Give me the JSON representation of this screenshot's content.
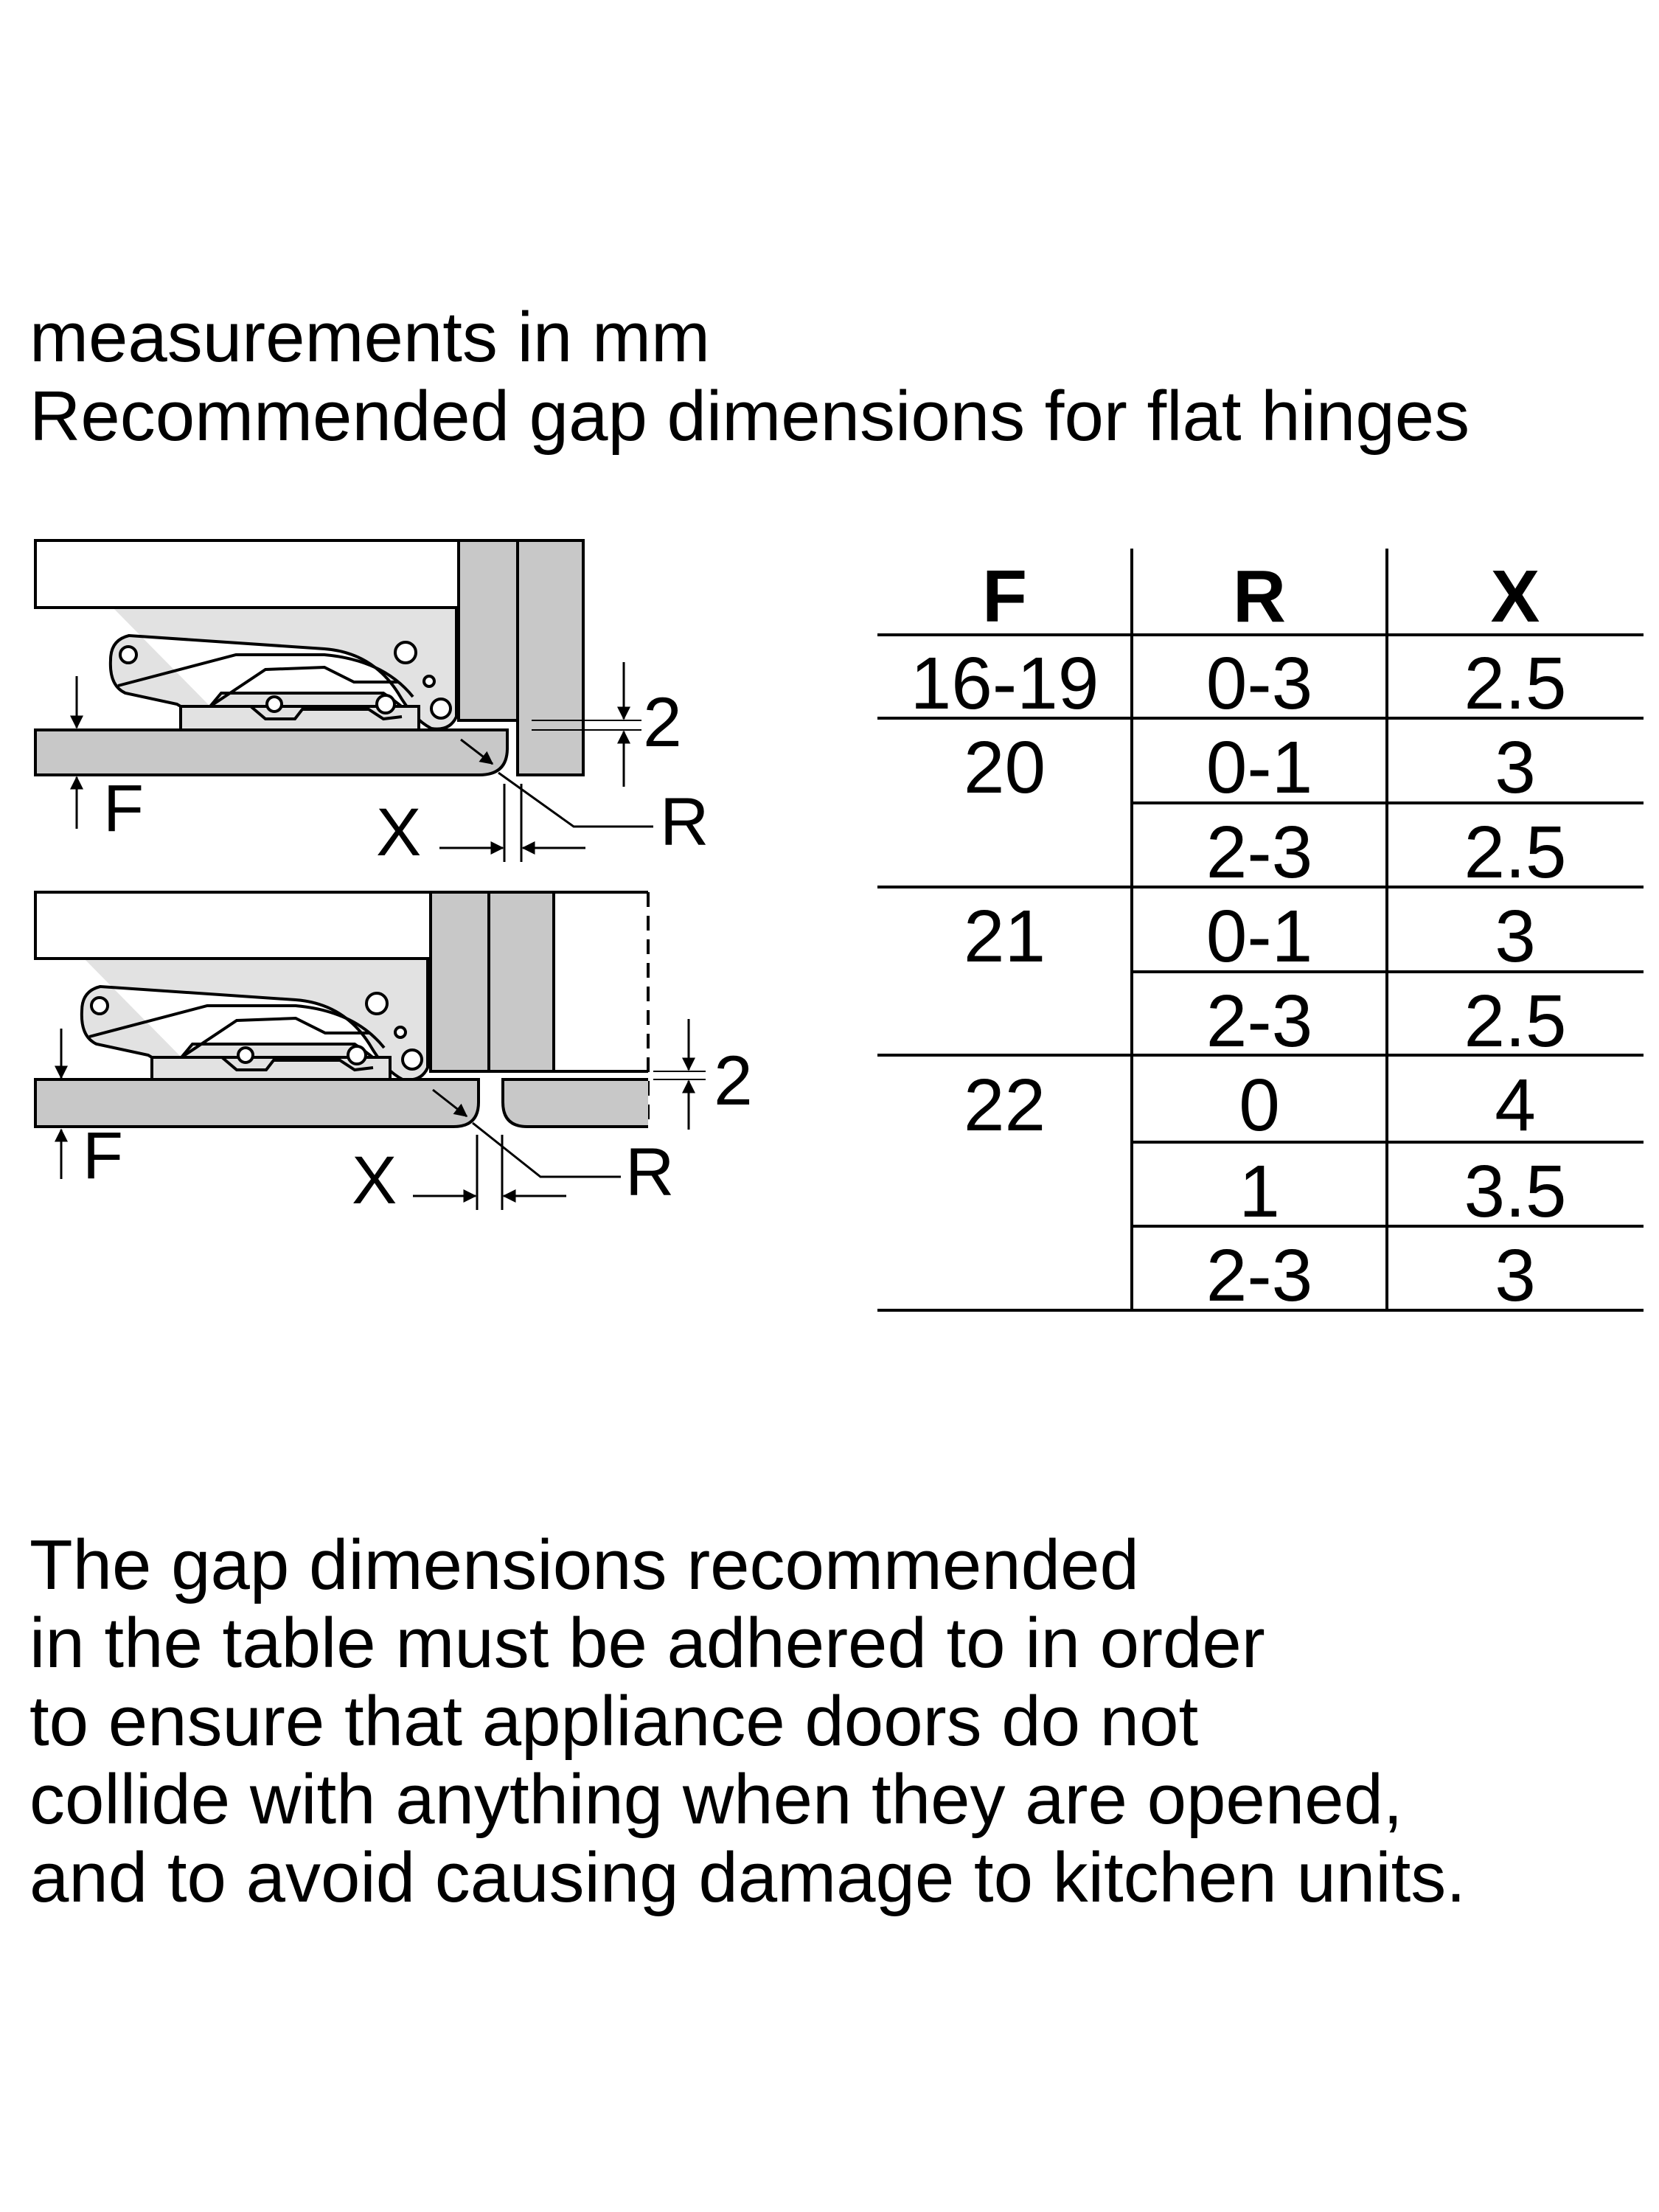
{
  "header": {
    "line1": "measurements in mm",
    "line2": "Recommended gap dimensions for flat hinges"
  },
  "diagram_labels": {
    "top": {
      "f": "F",
      "x": "X",
      "r": "R",
      "gap": "2"
    },
    "bottom": {
      "f": "F",
      "x": "X",
      "r": "R",
      "gap": "2"
    }
  },
  "table": {
    "headers": [
      "F",
      "R",
      "X"
    ],
    "rows": [
      {
        "f": "16-19",
        "r": "0-3",
        "x": "2.5"
      },
      {
        "f": "20",
        "r": "0-1",
        "x": "3"
      },
      {
        "f": "",
        "r": "2-3",
        "x": "2.5"
      },
      {
        "f": "21",
        "r": "0-1",
        "x": "3"
      },
      {
        "f": "",
        "r": "2-3",
        "x": "2.5"
      },
      {
        "f": "22",
        "r": "0",
        "x": "4"
      },
      {
        "f": "",
        "r": "1",
        "x": "3.5"
      },
      {
        "f": "",
        "r": "2-3",
        "x": "3"
      }
    ]
  },
  "note": {
    "lines": [
      "The gap dimensions recommended",
      "in the table must be adhered to in order",
      "to ensure that appliance doors do not",
      "collide with anything when they are opened,",
      "and to avoid causing damage to kitchen units."
    ]
  },
  "colors": {
    "panel": "#c8c8c8",
    "hinge": "#e2e2e2",
    "line": "#000000"
  }
}
